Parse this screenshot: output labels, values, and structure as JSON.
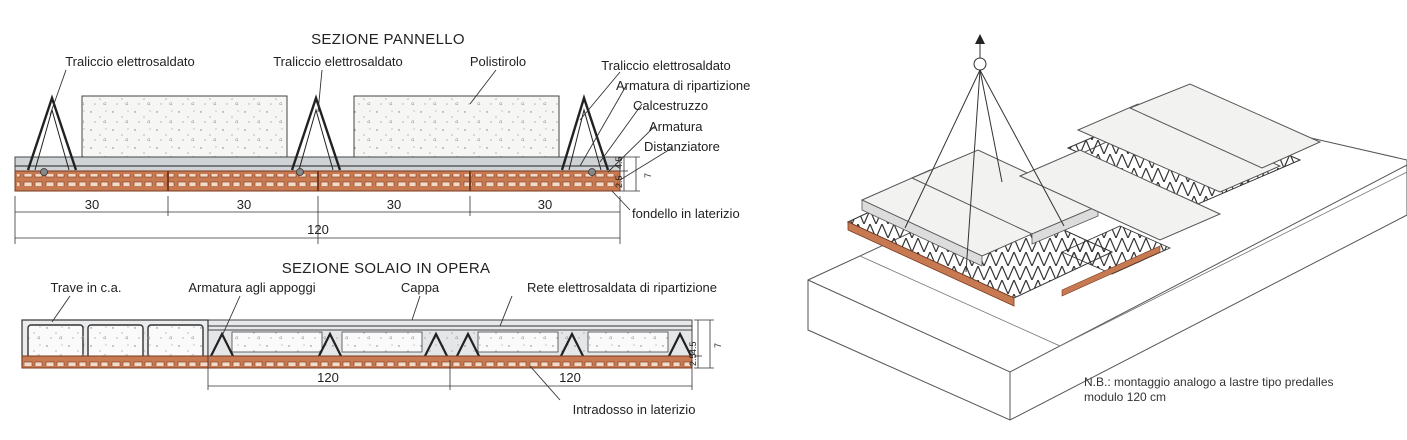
{
  "panel_section": {
    "title": "SEZIONE PANNELLO",
    "labels": {
      "truss_1": "Traliccio elettrosaldato",
      "truss_2": "Traliccio elettrosaldato",
      "polystyrene": "Polistirolo",
      "truss_3": "Traliccio elettrosaldato",
      "distribution_rebar": "Armatura di ripartizione",
      "concrete": "Calcestruzzo",
      "rebar": "Armatura",
      "spacer": "Distanziatore",
      "brick_base": "fondello in laterizio"
    },
    "module_widths": [
      "30",
      "30",
      "30",
      "30"
    ],
    "total_width": "120",
    "thickness_dims": [
      "2.5",
      "4.5",
      "7"
    ]
  },
  "floor_section": {
    "title": "SEZIONE SOLAIO IN OPERA",
    "labels": {
      "beam": "Trave in c.a.",
      "support_rebar": "Armatura agli appoggi",
      "topping": "Cappa",
      "mesh": "Rete elettrosaldata di ripartizione",
      "soffit": "Intradosso in laterizio"
    },
    "module_widths": [
      "120",
      "120"
    ],
    "thickness_dims": [
      "2.5",
      "4.5",
      "7"
    ]
  },
  "assembly_view": {
    "note_line1": "N.B.: montaggio analogo a lastre tipo predalles",
    "note_line2": "modulo 120 cm"
  },
  "colors": {
    "brick": "#c77a52",
    "brick_dark": "#7a3a1e",
    "concrete": "#cfd3d6",
    "polystyrene": "#f6f6f4",
    "line": "#222222"
  }
}
